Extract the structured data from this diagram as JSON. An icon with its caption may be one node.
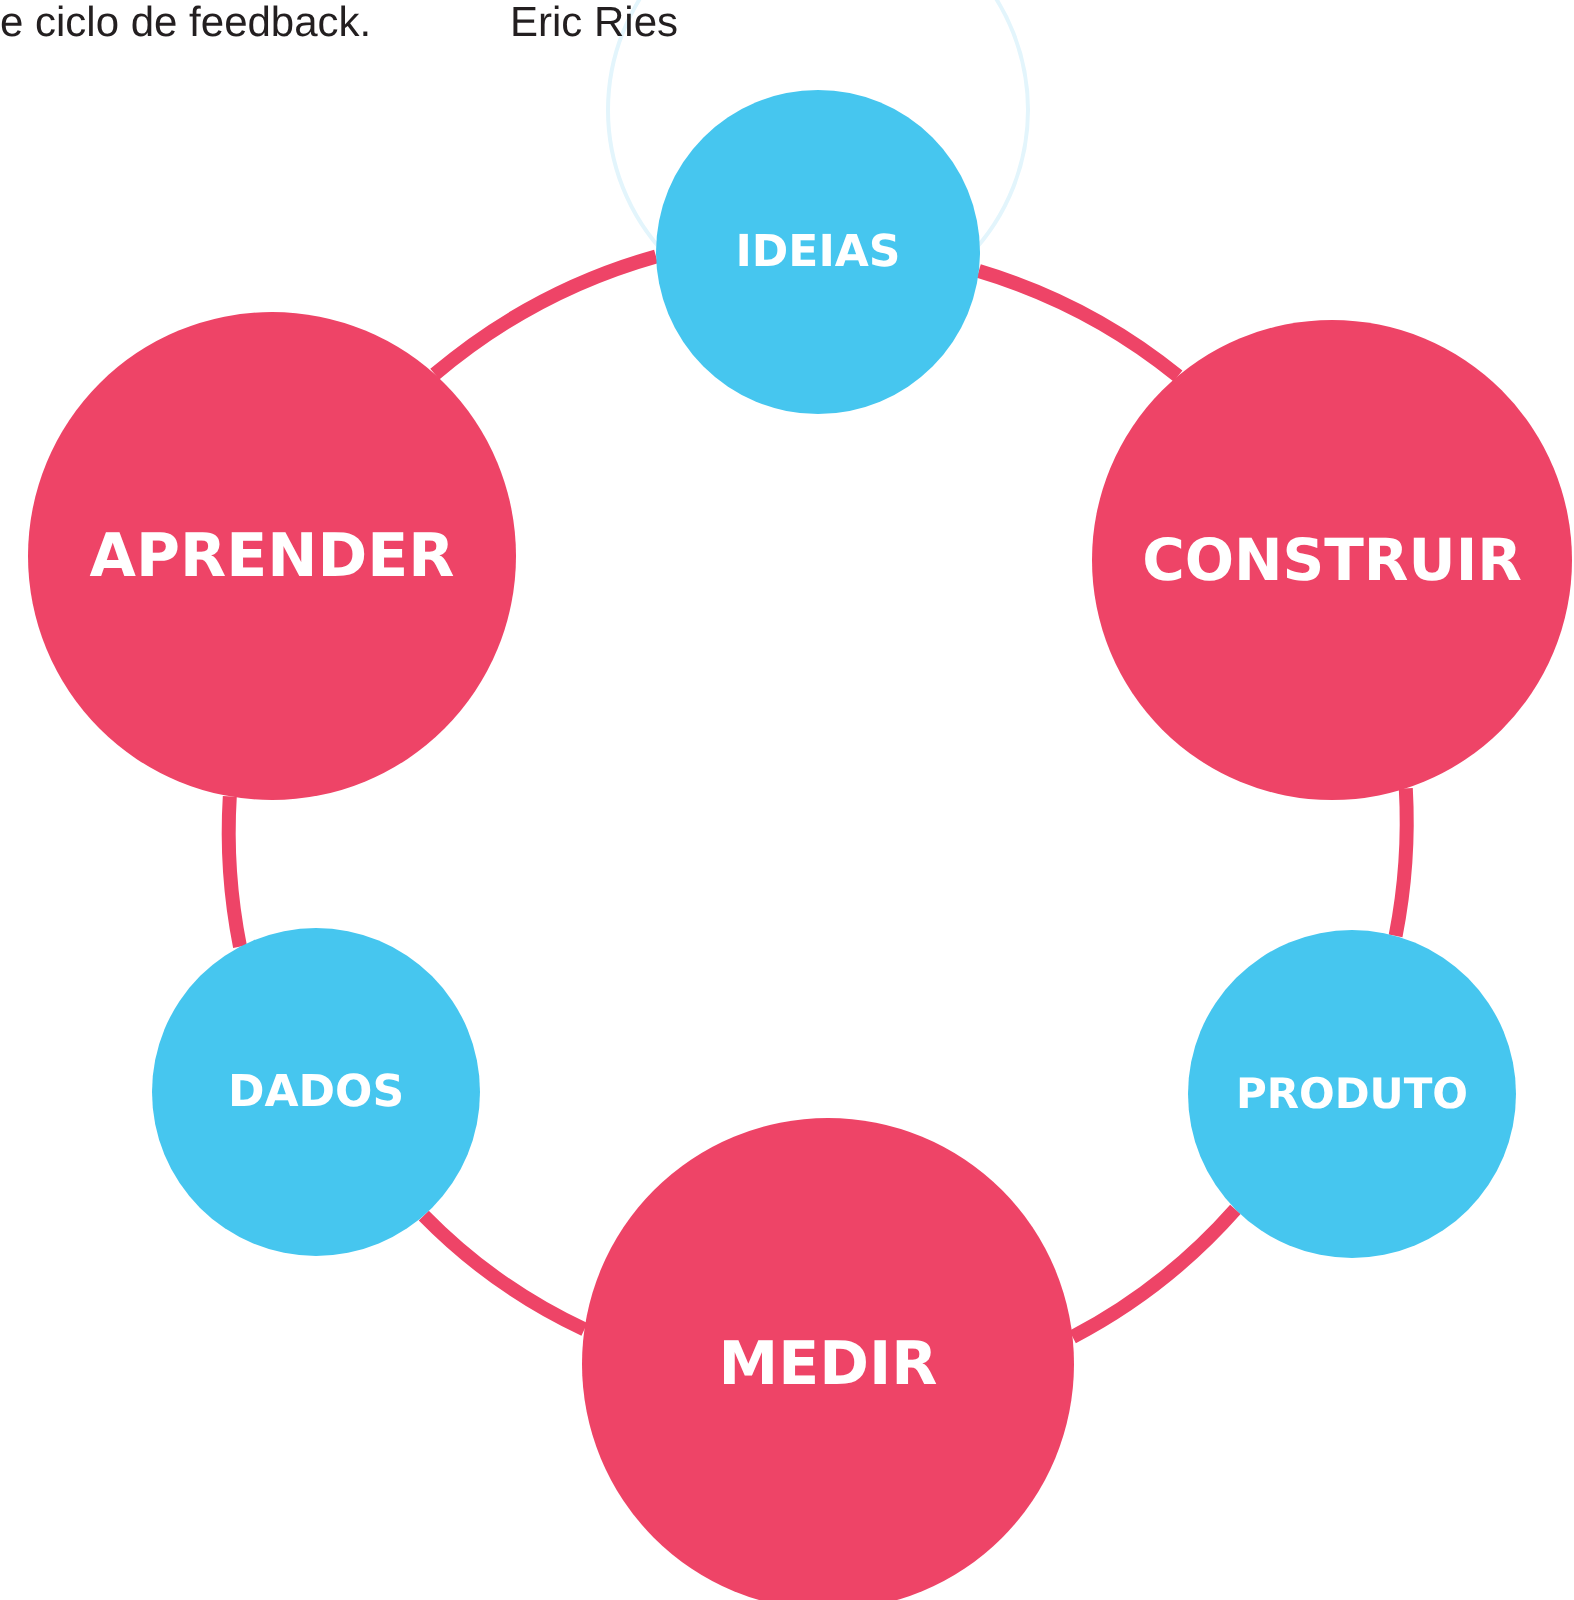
{
  "diagram": {
    "nodes": [
      {
        "text": [
          "IDEIAS"
        ]
      },
      {
        "text": [
          "CONSTRUIR"
        ]
      },
      {
        "text": [
          "PRODUTO"
        ]
      },
      {
        "text": [
          "MEDIR"
        ]
      },
      {
        "text": [
          "DADOS"
        ]
      },
      {
        "text": [
          "APRENDER"
        ]
      }
    ],
    "edges": [
      {
        "from": 0,
        "to": 1,
        "arrow": "none"
      },
      {
        "from": 1,
        "to": 2,
        "arrow": "none"
      },
      {
        "from": 2,
        "to": 3,
        "arrow": "none"
      },
      {
        "from": 3,
        "to": 4,
        "arrow": "none"
      },
      {
        "from": 4,
        "to": 5,
        "arrow": "none"
      },
      {
        "from": 5,
        "to": 0,
        "arrow": "none"
      }
    ],
    "labels": [
      "e ciclo de feedback.",
      "Eric Ries"
    ]
  }
}
